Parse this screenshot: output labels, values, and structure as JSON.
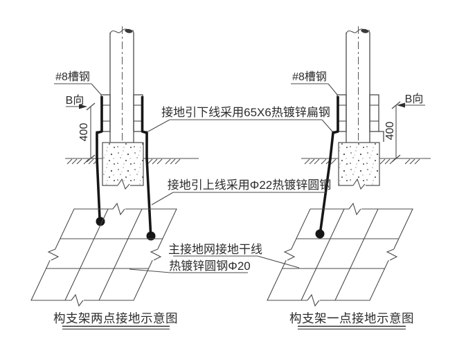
{
  "diagram": {
    "annotations": {
      "channel_steel": "#8槽钢",
      "view_direction": "B向",
      "dimension_400": "400",
      "down_lead": "接地引下线采用65X6热镀锌扁钢",
      "up_lead": "接地引上线采用Φ22热镀锌圆钢",
      "main_grid_line1": "主接地网接地干线",
      "main_grid_line2": "热镀锌圆钢Φ20"
    },
    "captions": {
      "left": "构支架两点接地示意图",
      "right": "构支架一点接地示意图"
    },
    "colors": {
      "line": "#4a4a4a",
      "conductor": "#161616",
      "text": "#2c2c2c",
      "background": "#ffffff"
    }
  }
}
